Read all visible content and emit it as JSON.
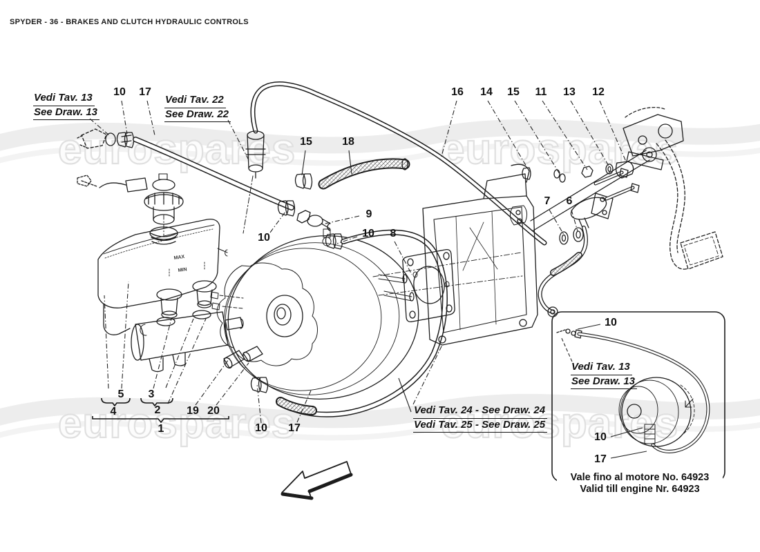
{
  "header": {
    "title": "SPYDER - 36 - BRAKES AND CLUTCH HYDRAULIC CONTROLS"
  },
  "watermark": {
    "text": "eurospares"
  },
  "drawing": {
    "max_mark": "MAX",
    "min_mark": "MIN"
  },
  "refs": {
    "tav13_top_line1": "Vedi Tav. 13",
    "tav13_top_line2": "See Draw. 13",
    "tav22_line1": "Vedi Tav. 22",
    "tav22_line2": "See Draw. 22",
    "tav24": "Vedi Tav. 24 - See Draw. 24",
    "tav25": "Vedi Tav. 25 - See Draw. 25",
    "tav13_inset_line1": "Vedi Tav. 13",
    "tav13_inset_line2": "See Draw. 13"
  },
  "callouts": [
    {
      "n": "10"
    },
    {
      "n": "17"
    },
    {
      "n": "15"
    },
    {
      "n": "18"
    },
    {
      "n": "16"
    },
    {
      "n": "14"
    },
    {
      "n": "15"
    },
    {
      "n": "11"
    },
    {
      "n": "13"
    },
    {
      "n": "12"
    },
    {
      "n": "9"
    },
    {
      "n": "10"
    },
    {
      "n": "10"
    },
    {
      "n": "8"
    },
    {
      "n": "7"
    },
    {
      "n": "6"
    },
    {
      "n": "5"
    },
    {
      "n": "3"
    },
    {
      "n": "4"
    },
    {
      "n": "2"
    },
    {
      "n": "19"
    },
    {
      "n": "20"
    },
    {
      "n": "1"
    },
    {
      "n": "10"
    },
    {
      "n": "17"
    }
  ],
  "inset": {
    "label_10_top": "10",
    "label_10_mid": "10",
    "label_17": "17",
    "caption_line1": "Vale fino al motore No. 64923",
    "caption_line2": "Valid till engine Nr. 64923"
  }
}
